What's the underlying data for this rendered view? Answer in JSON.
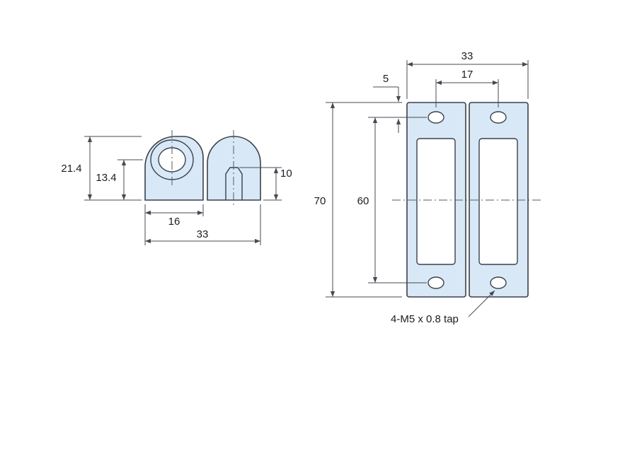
{
  "page": {
    "background": "#ffffff"
  },
  "drawing": {
    "side_view": {
      "dim_overall_height": "21.4",
      "dim_center_height": "13.4",
      "dim_lobe_width": "16",
      "dim_overall_width": "33",
      "dim_notch_height": "10"
    },
    "front_view": {
      "dim_overall_width": "33",
      "dim_hole_spacing_horizontal": "17",
      "dim_edge_offset": "5",
      "dim_overall_height": "70",
      "dim_hole_spacing_vertical": "60",
      "tap_note": "4-M5 x 0.8 tap"
    },
    "colors": {
      "part_fill": "#d9e8f6",
      "outline": "#39414b",
      "dimension_line": "#454b52",
      "text": "#1a1d21",
      "background": "#ffffff"
    }
  }
}
